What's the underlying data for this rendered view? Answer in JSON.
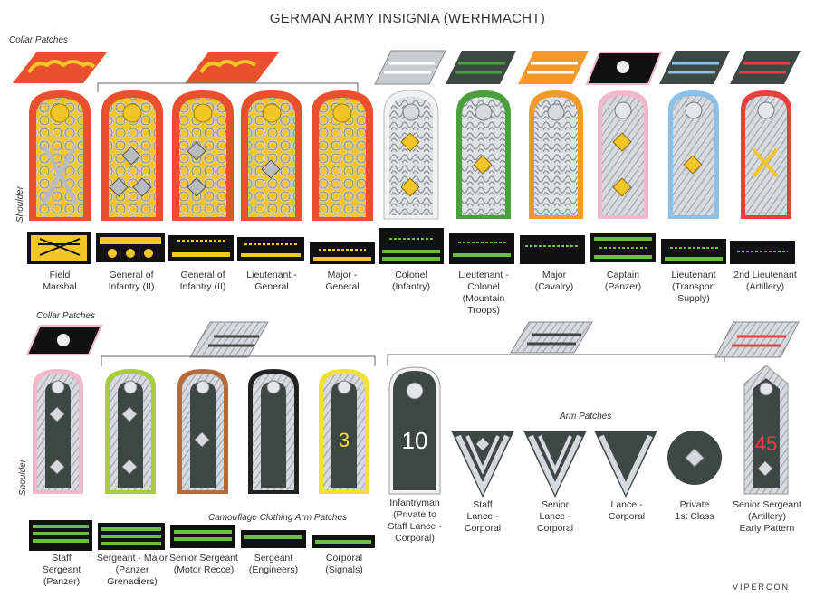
{
  "title": "GERMAN ARMY INSIGNIA (WERHMACHT)",
  "section_labels": {
    "collar_patches_top": "Collar Patches",
    "collar_patches_bottom": "Collar Patches",
    "shoulder_top": "Shoulder",
    "shoulder_bottom": "Shoulder",
    "arm_patches": "Arm Patches",
    "camouflage": "Camouflage Clothing Arm Patches"
  },
  "top_row": [
    {
      "label": "Field\nMarshal"
    },
    {
      "label": "General of\nInfantry (II)"
    },
    {
      "label": "General of\nInfantry (II)"
    },
    {
      "label": "Lieutenant -\nGeneral"
    },
    {
      "label": "Major -\nGeneral"
    },
    {
      "label": "Colonel\n(Infantry)"
    },
    {
      "label": "Lieutenant -\nColonel\n(Mountain\nTroops)"
    },
    {
      "label": "Major\n(Cavalry)"
    },
    {
      "label": "Captain\n(Panzer)"
    },
    {
      "label": "Lieutenant\n(Transport\nSupply)"
    },
    {
      "label": "2nd Lieutenant\n(Artillery)"
    }
  ],
  "bottom_row": [
    {
      "label": "Infantryman\n(Private to\nStaff Lance -\nCorporal)",
      "number": "10"
    },
    {
      "label": "Staff\nLance -\nCorporal"
    },
    {
      "label": "Senior\nLance -\nCorporal"
    },
    {
      "label": "Lance -\nCorporal"
    },
    {
      "label": "Private\n1st Class"
    },
    {
      "label": "Senior Sergeant\n(Artillery)\nEarly Pattern",
      "number": "45"
    }
  ],
  "nco_boards": {
    "cavalry_number": "3"
  },
  "camo_patches": [
    {
      "label": "Staff\nSergeant\n(Panzer)"
    },
    {
      "label": "Sergeant - Major\n(Panzer\nGrenadiers)"
    },
    {
      "label": "Senior Sergeant\n(Motor Recce)"
    },
    {
      "label": "Sergeant\n(Engineers)"
    },
    {
      "label": "Corporal\n(Signals)"
    }
  ],
  "credit": "VIPERCON",
  "colors": {
    "general_red": "#e8502e",
    "gold": "#f3c628",
    "silver": "#c9ccd0",
    "field_grey": "#3d4743",
    "infantry_white": "#f2f2f2",
    "mountain_green": "#4aa03c",
    "cavalry_orange": "#f39a2a",
    "panzer_pink": "#f0b8c8",
    "transport_blue": "#8cc0e8",
    "artillery_red": "#e84040",
    "grenadier_green": "#a8cc40",
    "recce_brown": "#b86a3a",
    "engineer_black": "#222222",
    "signals_yellow": "#f4e030"
  }
}
